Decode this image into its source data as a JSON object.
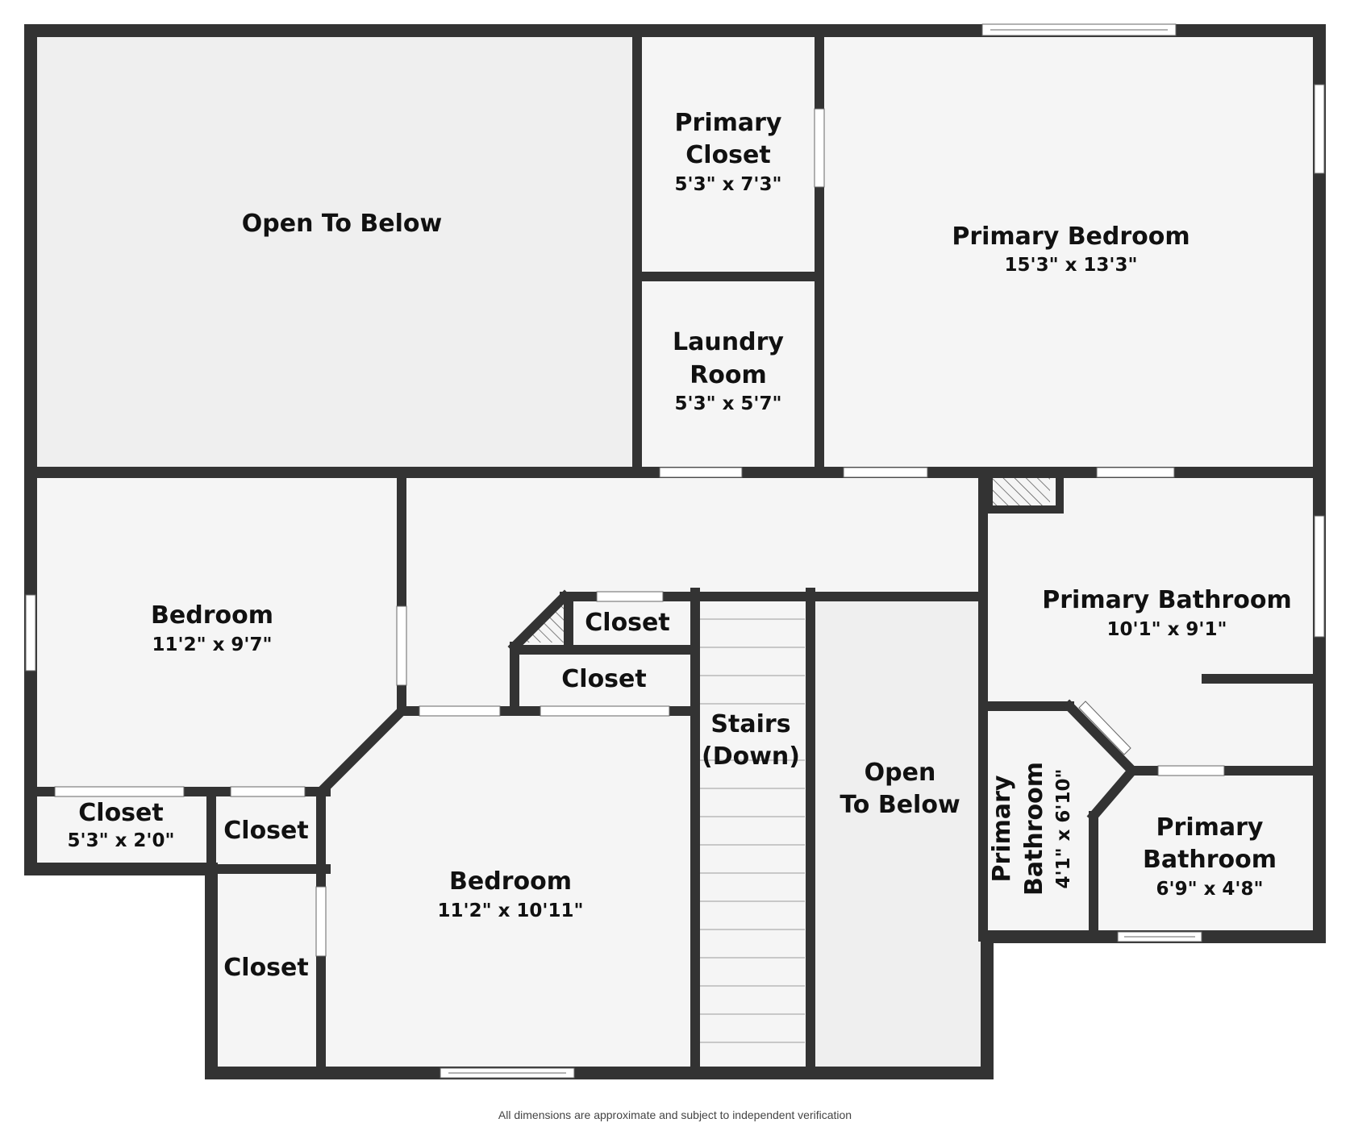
{
  "floorplan": {
    "colors": {
      "wall": "#333333",
      "room": "#f5f5f5",
      "open_area": "#efefef",
      "window": "#ffffff"
    },
    "rooms": {
      "open_to_below_top": {
        "name": "Open To Below"
      },
      "primary_closet": {
        "name_1": "Primary",
        "name_2": "Closet",
        "dim": "5'3\" x 7'3\""
      },
      "laundry_room": {
        "name_1": "Laundry",
        "name_2": "Room",
        "dim": "5'3\" x 5'7\""
      },
      "primary_bedroom": {
        "name": "Primary Bedroom",
        "dim": "15'3\" x 13'3\""
      },
      "bedroom_left": {
        "name": "Bedroom",
        "dim": "11'2\" x 9'7\""
      },
      "closet_upper_1": {
        "name": "Closet"
      },
      "closet_upper_2": {
        "name": "Closet"
      },
      "stairs": {
        "name_1": "Stairs",
        "name_2": "(Down)"
      },
      "open_to_below_mid": {
        "name_1": "Open",
        "name_2": "To Below"
      },
      "primary_bathroom_main": {
        "name": "Primary Bathroom",
        "dim": "10'1\" x 9'1\""
      },
      "closet_left_small": {
        "name": "Closet",
        "dim": "5'3\" x 2'0\""
      },
      "closet_mid_small": {
        "name": "Closet"
      },
      "closet_bottom_left": {
        "name": "Closet"
      },
      "bedroom_bottom": {
        "name": "Bedroom",
        "dim": "11'2\" x 10'11\""
      },
      "primary_bathroom_wc": {
        "name_1": "Primary",
        "name_2": "Bathroom",
        "dim": "4'1\" x 6'10\""
      },
      "primary_bathroom_small": {
        "name_1": "Primary",
        "name_2": "Bathroom",
        "dim": "6'9\" x 4'8\""
      }
    }
  },
  "footer": {
    "disclaimer": "All dimensions are approximate and subject to independent verification"
  }
}
